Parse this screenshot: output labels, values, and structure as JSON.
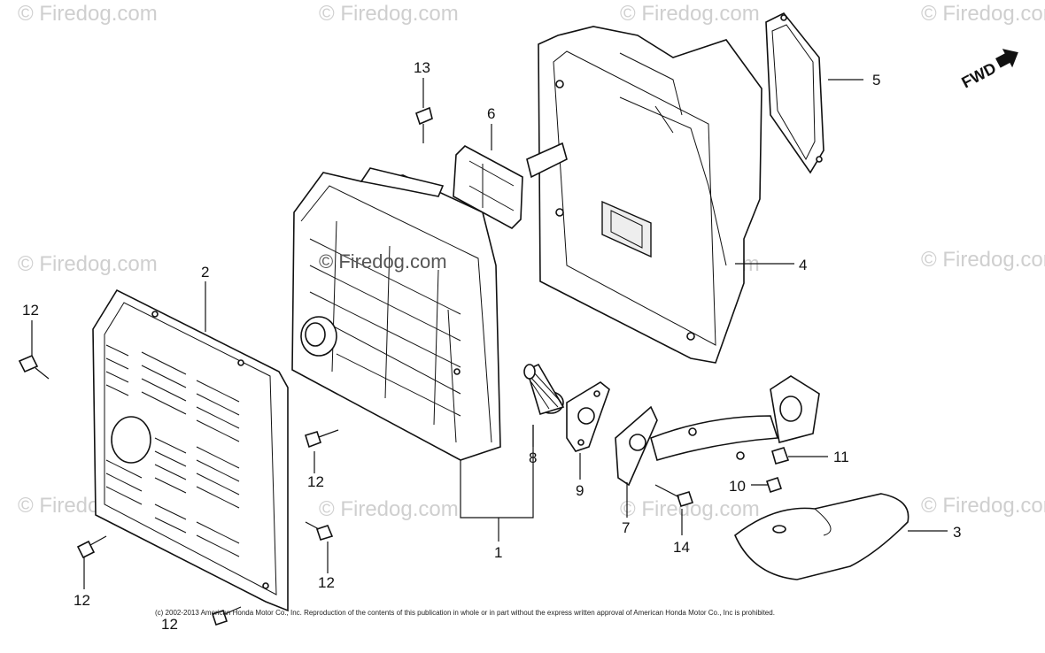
{
  "watermark": "© Firedog.com",
  "watermark_center": "© Firedog.com",
  "copyright": "(c) 2002-2013 American Honda Motor Co., Inc. Reproduction of the contents of this publication in whole or in part without the express written approval of American Honda Motor Co., Inc is prohibited.",
  "direction_label": "FWD",
  "callouts": {
    "c1": "1",
    "c2": "2",
    "c3": "3",
    "c4": "4",
    "c5": "5",
    "c6": "6",
    "c7": "7",
    "c8": "8",
    "c9": "9",
    "c10": "10",
    "c11": "11",
    "c12a": "12",
    "c12b": "12",
    "c12c": "12",
    "c12d": "12",
    "c12e": "12",
    "c13": "13",
    "c14": "14"
  }
}
